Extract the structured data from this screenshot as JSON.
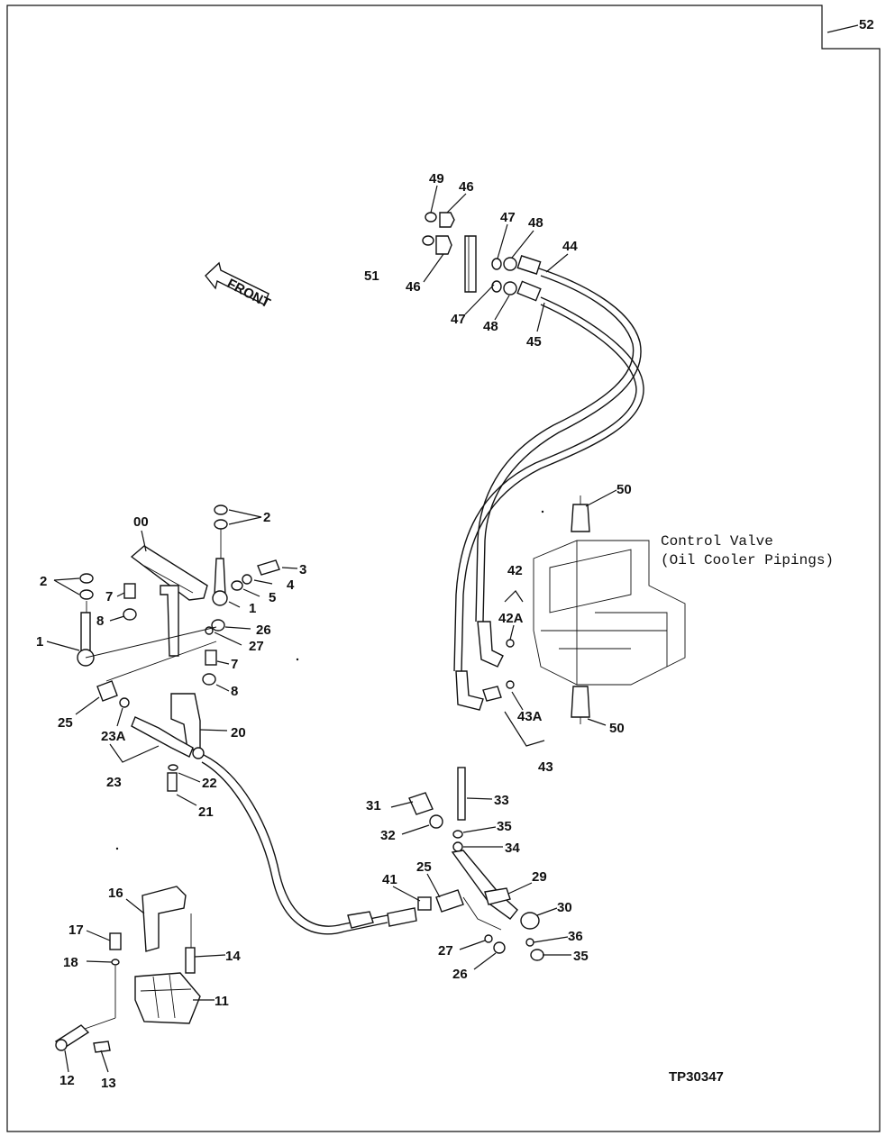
{
  "page_number": "52",
  "front_label": "FRONT",
  "figure_id": "TP30347",
  "control_valve_note": [
    "Control Valve",
    "(Oil Cooler Pipings)"
  ],
  "callouts": {
    "c49": "49",
    "c46a": "46",
    "c47a": "47",
    "c48a": "48",
    "c44": "44",
    "c51": "51",
    "c46b": "46",
    "c47b": "47",
    "c48b": "48",
    "c45": "45",
    "c00": "00",
    "c2a": "2",
    "c2b": "2",
    "c3": "3",
    "c4": "4",
    "c5": "5",
    "c1a": "1",
    "c7a": "7",
    "c8a": "8",
    "c1b": "1",
    "c26a": "26",
    "c27a": "27",
    "c7b": "7",
    "c8b": "8",
    "c25a": "25",
    "c23A": "23A",
    "c20": "20",
    "c23": "23",
    "c22": "22",
    "c21": "21",
    "c50a": "50",
    "c42": "42",
    "c42A": "42A",
    "c43A": "43A",
    "c43": "43",
    "c50b": "50",
    "c31": "31",
    "c33": "33",
    "c32": "32",
    "c35a": "35",
    "c34": "34",
    "c41": "41",
    "c25b": "25",
    "c29": "29",
    "c30": "30",
    "c27b": "27",
    "c36": "36",
    "c35b": "35",
    "c26b": "26",
    "c16": "16",
    "c17": "17",
    "c14": "14",
    "c18": "18",
    "c11": "11",
    "c12": "12",
    "c13": "13"
  }
}
